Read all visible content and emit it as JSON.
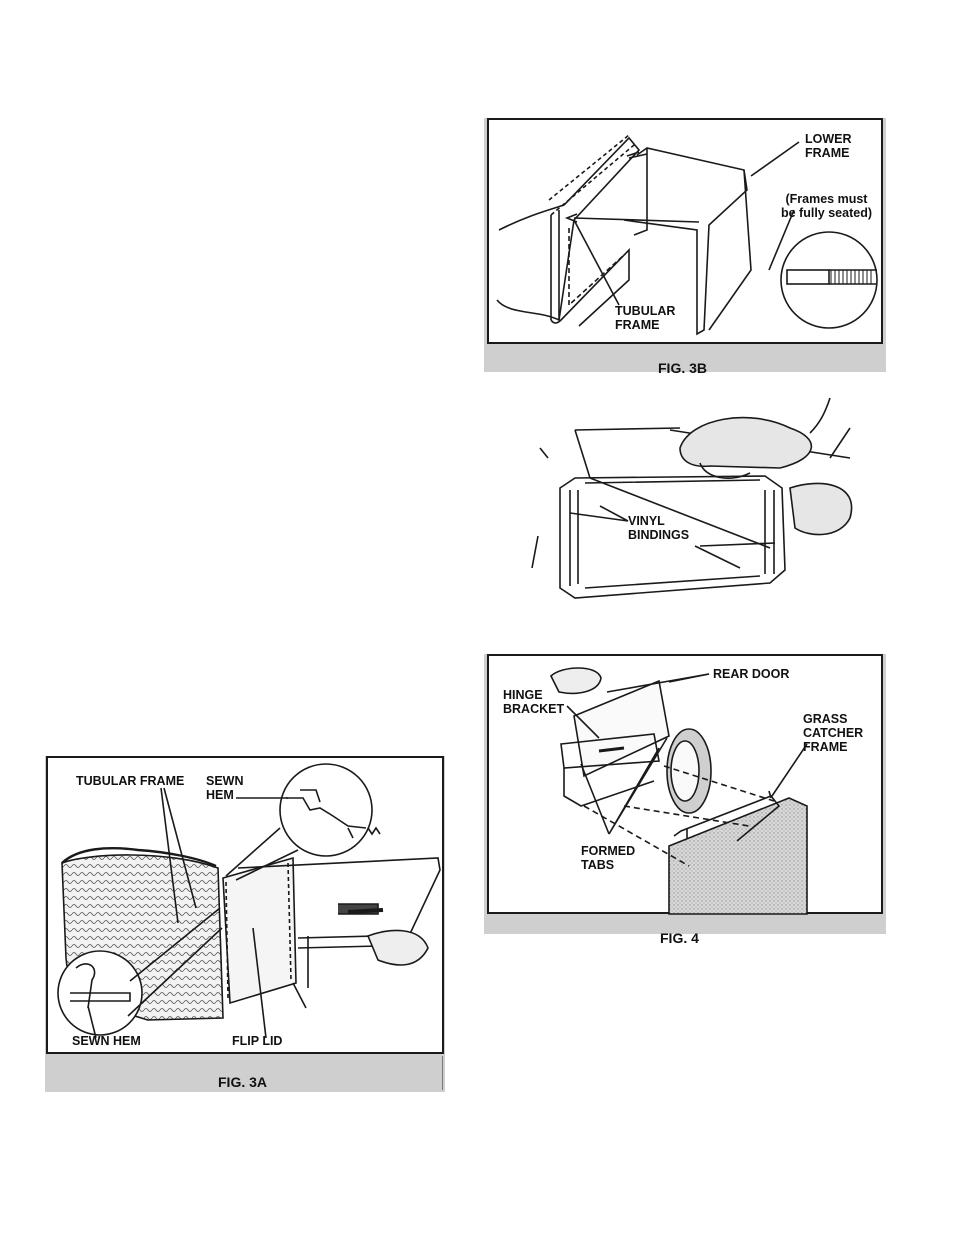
{
  "fig3b": {
    "caption": "FIG. 3B",
    "labels": {
      "lower_frame": "LOWER\nFRAME",
      "frames_note": "(Frames must\nbe fully seated)",
      "tubular_frame": "TUBULAR\nFRAME"
    }
  },
  "fig_bindings": {
    "labels": {
      "vinyl": "VINYL",
      "bindings": "BINDINGS"
    }
  },
  "fig4": {
    "caption": "FIG. 4",
    "labels": {
      "rear_door": "REAR DOOR",
      "hinge_bracket": "HINGE\nBRACKET",
      "grass_catcher_frame": "GRASS\nCATCHER\nFRAME",
      "formed_tabs": "FORMED\nTABS"
    }
  },
  "fig3a": {
    "caption": "FIG. 3A",
    "labels": {
      "tubular_frame": "TUBULAR FRAME",
      "sewn_hem_top": "SEWN\nHEM",
      "sewn_hem_bottom": "SEWN HEM",
      "flip_lid": "FLIP LID"
    }
  }
}
